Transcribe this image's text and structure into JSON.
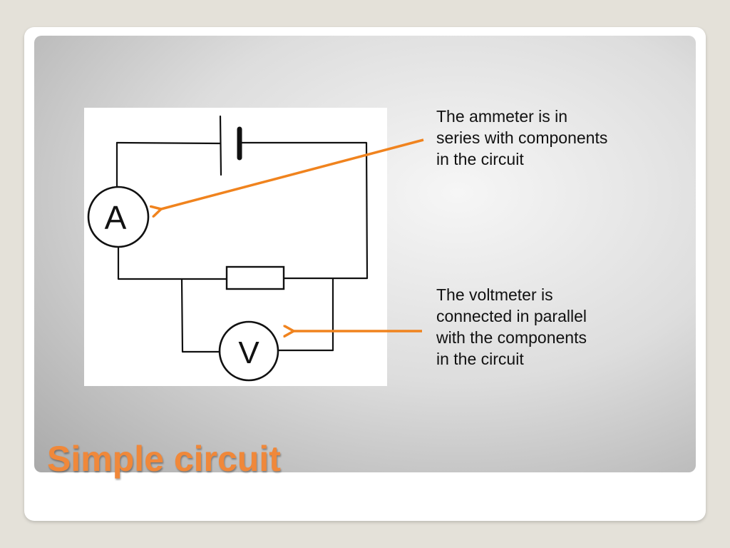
{
  "slide": {
    "title": "Simple circuit",
    "accent_color": "#f0883a"
  },
  "diagram": {
    "ammeter_symbol": "A",
    "voltmeter_symbol": "V",
    "components": [
      "cell",
      "ammeter",
      "resistor",
      "voltmeter"
    ]
  },
  "callouts": {
    "ammeter": "The ammeter is in\nseries with components\nin the circuit",
    "voltmeter": "The voltmeter is\nconnected in parallel\nwith the components\nin the circuit"
  },
  "colors": {
    "arrow": "#f0831e",
    "wire": "#111111",
    "title": "#f0883a"
  }
}
